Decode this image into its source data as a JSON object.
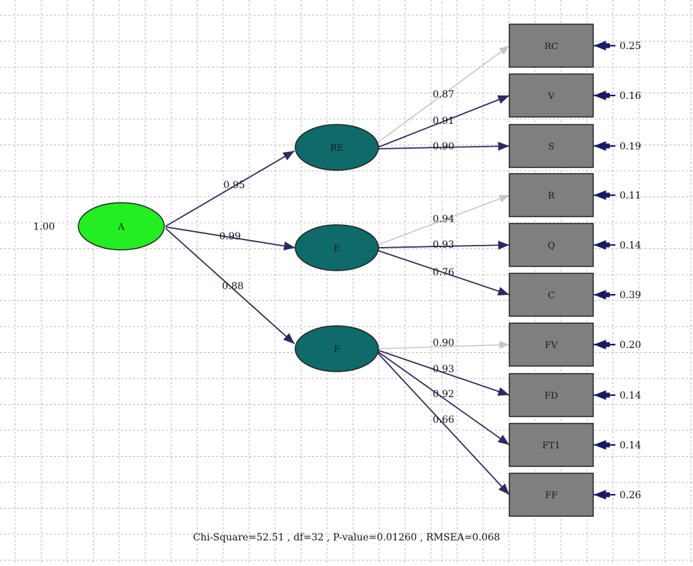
{
  "root": {
    "id": "A",
    "label": "A",
    "variance": "1.00"
  },
  "latent": [
    {
      "id": "RE",
      "label": "RE",
      "loading": "0.95"
    },
    {
      "id": "E",
      "label": "E",
      "loading": "0.99"
    },
    {
      "id": "F",
      "label": "F",
      "loading": "0.88"
    }
  ],
  "observed": [
    {
      "id": "RC",
      "label": "RC",
      "parent": "RE",
      "loading": "0.87",
      "error": "0.25",
      "path_style": "gray"
    },
    {
      "id": "V",
      "label": "V",
      "parent": "RE",
      "loading": "0.91",
      "error": "0.16",
      "path_style": "dark"
    },
    {
      "id": "S",
      "label": "S",
      "parent": "RE",
      "loading": "0.90",
      "error": "0.19",
      "path_style": "dark"
    },
    {
      "id": "R",
      "label": "R",
      "parent": "E",
      "loading": "0.94",
      "error": "0.11",
      "path_style": "gray"
    },
    {
      "id": "Q",
      "label": "Q",
      "parent": "E",
      "loading": "0.93",
      "error": "0.14",
      "path_style": "dark"
    },
    {
      "id": "C",
      "label": "C",
      "parent": "E",
      "loading": "0.76",
      "error": "0.39",
      "path_style": "dark"
    },
    {
      "id": "FV",
      "label": "FV",
      "parent": "F",
      "loading": "0.90",
      "error": "0.20",
      "path_style": "gray"
    },
    {
      "id": "FD",
      "label": "FD",
      "parent": "F",
      "loading": "0.93",
      "error": "0.14",
      "path_style": "dark"
    },
    {
      "id": "FT1",
      "label": "FT1",
      "parent": "F",
      "loading": "0.92",
      "error": "0.14",
      "path_style": "dark"
    },
    {
      "id": "FF",
      "label": "FF",
      "parent": "F",
      "loading": "0.66",
      "error": "0.26",
      "path_style": "dark"
    }
  ],
  "fit_statistics": "Chi-Square=52.51 , df=32 , P-value=0.01260 , RMSEA=0.068",
  "colors": {
    "root_fill": "#22ee22",
    "latent_fill": "#0f6a6a",
    "box_fill": "#7f7f7f",
    "dark_path": "#2b2b60",
    "gray_path": "#c6c6c6",
    "error_marker": "#1a1a66",
    "grid": "#b8b8b8"
  }
}
